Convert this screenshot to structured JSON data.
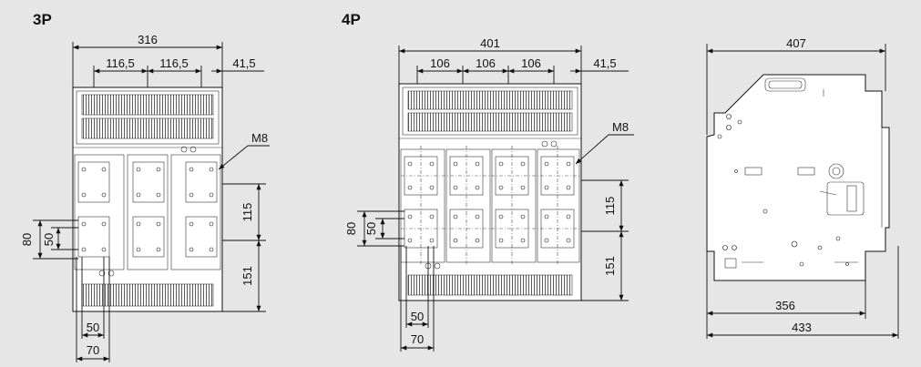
{
  "views": {
    "p3": {
      "label": "3P",
      "width": "316",
      "pitch_left": "116,5",
      "pitch_right": "116,5",
      "offset": "41,5",
      "thread": "M8",
      "terminal_h": "115",
      "lower_h": "151",
      "left_outer": "80",
      "left_inner": "50",
      "bottom_inner": "50",
      "bottom_outer": "70"
    },
    "p4": {
      "label": "4P",
      "width": "401",
      "pitch_1": "106",
      "pitch_2": "106",
      "pitch_3": "106",
      "offset": "41,5",
      "thread": "M8",
      "terminal_h": "115",
      "lower_h": "151",
      "left_outer": "80",
      "left_inner": "50",
      "bottom_inner": "50",
      "bottom_outer": "70"
    },
    "side": {
      "depth": "407",
      "depth_mid": "356",
      "depth_total": "433"
    }
  },
  "colors": {
    "background": "#e6e6e6",
    "line": "#111111",
    "body": "#ffffff"
  }
}
